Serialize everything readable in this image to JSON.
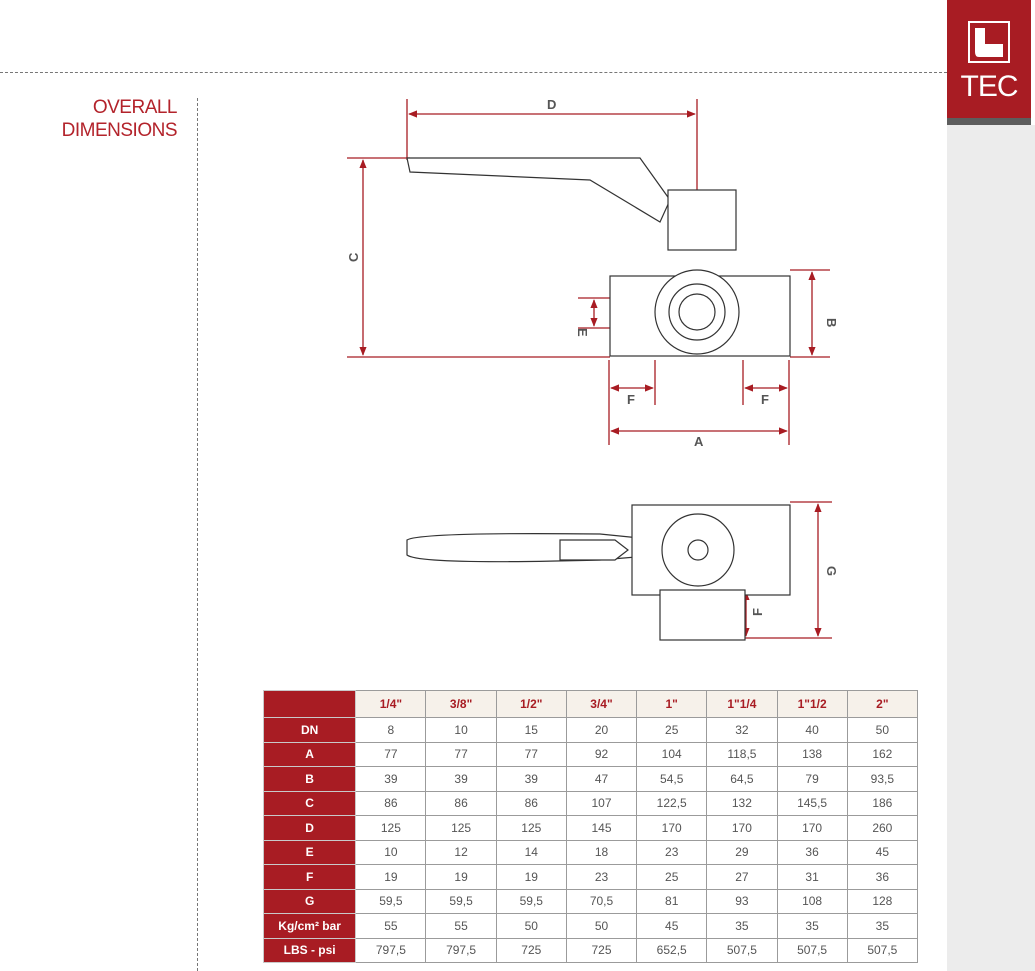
{
  "brand": {
    "logo_text": "TEC",
    "color": "#a81c23"
  },
  "title": {
    "line1": "OVERALL",
    "line2": "DIMENSIONS"
  },
  "dimension_labels": {
    "top_view": {
      "D": "D",
      "C": "C",
      "B": "B",
      "E": "E",
      "F_left": "F",
      "F_right": "F",
      "A": "A"
    },
    "side_view": {
      "G": "G",
      "F": "F"
    }
  },
  "table": {
    "columns": [
      "1/4\"",
      "3/8\"",
      "1/2\"",
      "3/4\"",
      "1\"",
      "1\"1/4",
      "1\"1/2",
      "2\""
    ],
    "rows": [
      {
        "label": "DN",
        "values": [
          "8",
          "10",
          "15",
          "20",
          "25",
          "32",
          "40",
          "50"
        ]
      },
      {
        "label": "A",
        "values": [
          "77",
          "77",
          "77",
          "92",
          "104",
          "118,5",
          "138",
          "162"
        ]
      },
      {
        "label": "B",
        "values": [
          "39",
          "39",
          "39",
          "47",
          "54,5",
          "64,5",
          "79",
          "93,5"
        ]
      },
      {
        "label": "C",
        "values": [
          "86",
          "86",
          "86",
          "107",
          "122,5",
          "132",
          "145,5",
          "186"
        ]
      },
      {
        "label": "D",
        "values": [
          "125",
          "125",
          "125",
          "145",
          "170",
          "170",
          "170",
          "260"
        ]
      },
      {
        "label": "E",
        "values": [
          "10",
          "12",
          "14",
          "18",
          "23",
          "29",
          "36",
          "45"
        ]
      },
      {
        "label": "F",
        "values": [
          "19",
          "19",
          "19",
          "23",
          "25",
          "27",
          "31",
          "36"
        ]
      },
      {
        "label": "G",
        "values": [
          "59,5",
          "59,5",
          "59,5",
          "70,5",
          "81",
          "93",
          "108",
          "128"
        ]
      },
      {
        "label": "Kg/cm² bar",
        "values": [
          "55",
          "55",
          "50",
          "50",
          "45",
          "35",
          "35",
          "35"
        ]
      },
      {
        "label": "LBS - psi",
        "values": [
          "797,5",
          "797,5",
          "725",
          "725",
          "652,5",
          "507,5",
          "507,5",
          "507,5"
        ]
      }
    ]
  }
}
